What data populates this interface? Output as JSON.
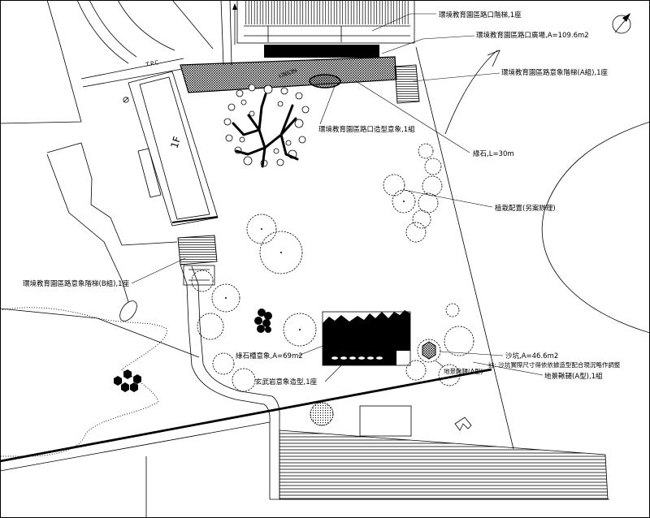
{
  "drawing": {
    "annotations": {
      "entrance_stairs": "環境教育園區路口階梯,1座",
      "entrance_plaza": "環境教育園區路口廣場,A=109.6m2",
      "stairs_a": "環境教育園區路意象階梯(A組),1座",
      "entrance_feature": "環境教育園區路口造型意象,1組",
      "curb": "緣石,L=30m",
      "planting": "植栽配置(另案辦理)",
      "stairs_b": "環境教育園區路意象階梯(B組),1座",
      "stone_trough": "綠石槽意象,A=69m2",
      "basalt_feature": "玄武岩意象造型,1座",
      "sandpit": "沙坑,A=46.6m2",
      "sandpit_note": "註: 沙坑實際尺寸得依依據造型配合現況略作調整",
      "swing_a_short": "地景鞦韆(A型)",
      "swing_a": "地景鞦韆(A型),1組"
    },
    "marks": {
      "tpc": "T.P.C",
      "plaza_mark": "UNION",
      "floor": "1F"
    },
    "icons": {
      "north_arrow": "north-arrow-icon"
    }
  },
  "colors": {
    "ink": "#000000",
    "paper": "#ffffff"
  }
}
